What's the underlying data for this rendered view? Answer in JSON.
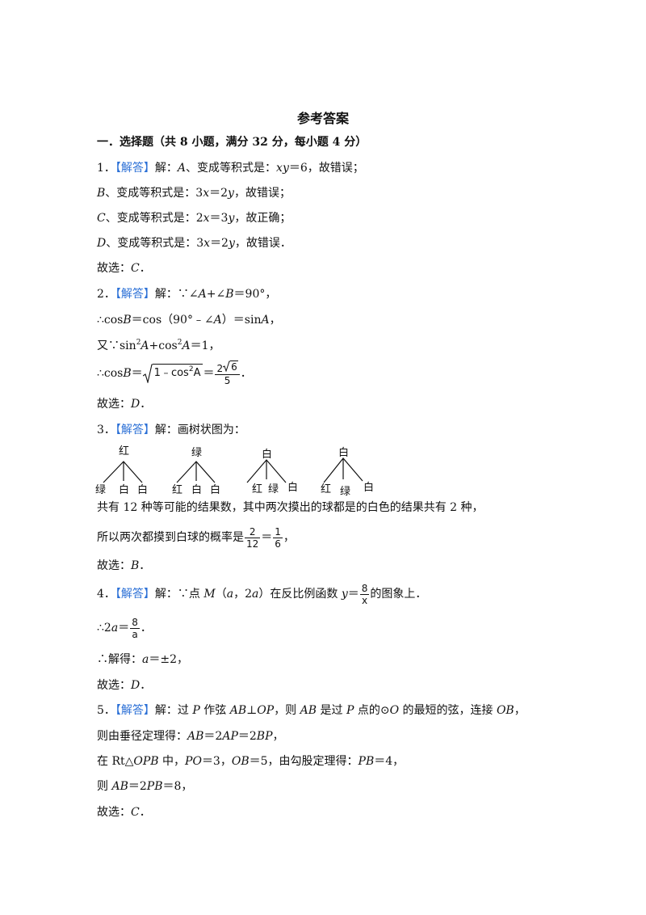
{
  "title": "参考答案",
  "section": "一．选择题（共 8 小题，满分 32 分，每小题 4 分）",
  "tag": "【解答】",
  "q1": {
    "num": "1．",
    "l1_pre": "解：",
    "l1_a": "A",
    "l1_mid": "、变成等积式是：",
    "l1_xy": "xy",
    "l1_end": "＝6，故错误；",
    "l2_b": "B",
    "l2_mid": "、变成等积式是：3",
    "l2_x": "x",
    "l2_eq": "＝2",
    "l2_y": "y",
    "l2_end": "，故错误；",
    "l3_c": "C",
    "l3_mid": "、变成等积式是：2",
    "l3_x": "x",
    "l3_eq": "＝3",
    "l3_y": "y",
    "l3_end": "，故正确；",
    "l4_d": "D",
    "l4_mid": "、变成等积式是：3",
    "l4_x": "x",
    "l4_eq": "＝2",
    "l4_y": "y",
    "l4_end": "，故错误．",
    "ans_pre": "故选：",
    "ans": "C",
    "ans_end": "．"
  },
  "q2": {
    "num": "2．",
    "l1_pre": "解：∵∠",
    "l1_a": "A",
    "l1_plus": "+∠",
    "l1_b": "B",
    "l1_end": "＝90°，",
    "l2_pre": "∴cos",
    "l2_b": "B",
    "l2_mid": "＝cos（90°﹣∠",
    "l2_a": "A",
    "l2_mid2": "）＝sin",
    "l2_a2": "A",
    "l2_end": "，",
    "l3_pre": "又∵sin",
    "l3_sup1": "2",
    "l3_a": "A",
    "l3_plus": "+cos",
    "l3_sup2": "2",
    "l3_a2": "A",
    "l3_end": "＝1，",
    "l4_pre": "∴cos",
    "l4_b": "B",
    "l4_eq": "＝",
    "l4_rad_a": "1﹣cos",
    "l4_rad_sup": "2",
    "l4_rad_b": "A",
    "l4_eq2": "＝",
    "l4_num_a": "2",
    "l4_num_rad": "6",
    "l4_den": "5",
    "l4_end": "．",
    "ans_pre": "故选：",
    "ans": "D",
    "ans_end": "．"
  },
  "q3": {
    "num": "3．",
    "l1": "解：画树状图为：",
    "trees": [
      {
        "root": "红",
        "leaves": [
          "绿",
          "白",
          "白"
        ]
      },
      {
        "root": "绿",
        "leaves": [
          "红",
          "白",
          "白"
        ]
      },
      {
        "root": "白",
        "leaves": [
          "红",
          "绿",
          "白"
        ]
      },
      {
        "root": "白",
        "leaves": [
          "红",
          "绿",
          "白"
        ]
      }
    ],
    "l2": "共有 12 种等可能的结果数，其中两次摸出的球都是的白色的结果共有 2  种，",
    "l3_pre": "所以两次都摸到白球的概率是",
    "f1_num": "2",
    "f1_den": "12",
    "l3_eq": "＝",
    "f2_num": "1",
    "f2_den": "6",
    "l3_end": "，",
    "ans_pre": "故选：",
    "ans": "B",
    "ans_end": "．"
  },
  "q4": {
    "num": "4．",
    "l1_pre": "解：∵点 ",
    "l1_m": "M",
    "l1_p1": "（",
    "l1_a": "a",
    "l1_comma": "，2",
    "l1_a2": "a",
    "l1_p2": "）在反比例函数 ",
    "l1_y": "y",
    "l1_eq": "＝",
    "f_num": "8",
    "f_den": "x",
    "l1_end": "的图象上．",
    "l2_pre": "∴2",
    "l2_a": "a",
    "l2_eq": "＝",
    "f2_num": "8",
    "f2_den": "a",
    "l2_end": "．",
    "l3_pre": "∴解得：",
    "l3_a": "a",
    "l3_end": "＝±2，",
    "ans_pre": "故选：",
    "ans": "D",
    "ans_end": "．"
  },
  "q5": {
    "num": "5．",
    "l1_a": "解：过 ",
    "l1_p": "P",
    "l1_b": " 作弦 ",
    "l1_ab": "AB",
    "l1_c": "⊥",
    "l1_op": "OP",
    "l1_d": "，则 ",
    "l1_ab2": "AB",
    "l1_e": " 是过 ",
    "l1_p2": "P",
    "l1_f": " 点的⊙",
    "l1_o": "O",
    "l1_g": " 的最短的弦，连接 ",
    "l1_ob": "OB",
    "l1_h": "，",
    "l2_a": "则由垂径定理得：",
    "l2_ab": "AB",
    "l2_b": "＝2",
    "l2_ap": "AP",
    "l2_c": "＝2",
    "l2_bp": "BP",
    "l2_d": "，",
    "l3_a": "在 Rt△",
    "l3_opb": "OPB",
    "l3_b": " 中，",
    "l3_po": "PO",
    "l3_c": "＝3，",
    "l3_ob": "OB",
    "l3_d": "＝5，由勾股定理得：",
    "l3_pb": "PB",
    "l3_e": "＝4，",
    "l4_a": "则 ",
    "l4_ab": "AB",
    "l4_b": "＝2",
    "l4_pb": "PB",
    "l4_c": "＝8，",
    "ans_pre": "故选：",
    "ans": "C",
    "ans_end": "．"
  }
}
